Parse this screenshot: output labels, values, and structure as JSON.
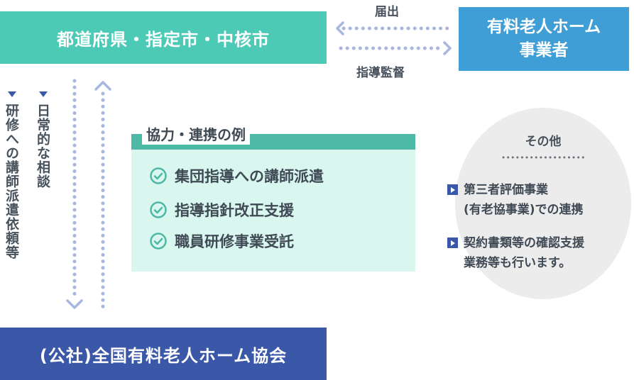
{
  "pref_box": "都道府県・指定市・中核市",
  "biz_box": [
    "有料老人ホーム",
    "事業者"
  ],
  "assoc_box": "(公社)全国有料老人ホーム協会",
  "arrow_top_label": "届出",
  "arrow_bottom_label": "指導監督",
  "left_labels": [
    "日常的な相談",
    "研修への講師派遣依頼等"
  ],
  "coop": {
    "title": "協力・連携の例",
    "items": [
      "集団指導への講師派遣",
      "指導指針改正支援",
      "職員研修事業受託"
    ]
  },
  "other": {
    "title": "その他",
    "items": [
      [
        "第三者評価事業",
        "(有老協事業)での連携"
      ],
      [
        "契約書類等の確認支援",
        "業務等も行います。"
      ]
    ]
  },
  "colors": {
    "teal": "#4dcab6",
    "blue": "#3f9ed5",
    "navy": "#3a57a8",
    "dots": "#a9b7e0",
    "coop_bg": "#d9f6ef",
    "coop_head": "#4bb9a3",
    "circle": "#ececec"
  }
}
